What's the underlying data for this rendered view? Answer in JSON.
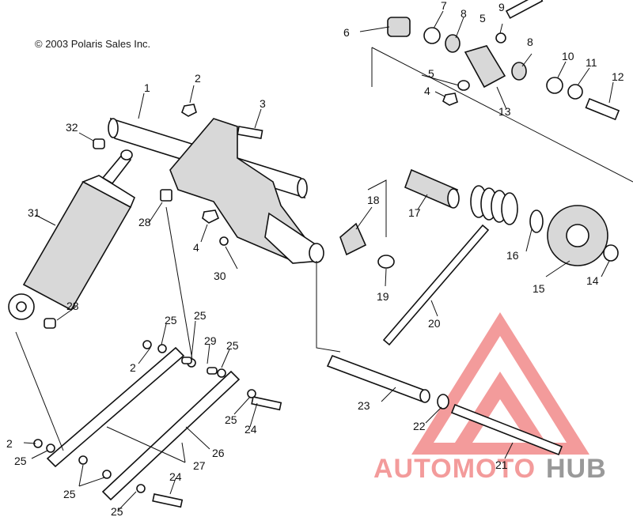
{
  "copyright": "© 2003 Polaris Sales Inc.",
  "watermark": {
    "brand_part1": "AUTOMOTO",
    "brand_part2": "HUB",
    "color_accent": "#f28a8a",
    "color_dark": "#888888"
  },
  "callouts": {
    "c1": "1",
    "c2a": "2",
    "c2b": "2",
    "c2c": "2",
    "c3": "3",
    "c4a": "4",
    "c4b": "4",
    "c5a": "5",
    "c5b": "5",
    "c6": "6",
    "c7": "7",
    "c8a": "8",
    "c8b": "8",
    "c9": "9",
    "c10": "10",
    "c11": "11",
    "c12": "12",
    "c13": "13",
    "c14": "14",
    "c15": "15",
    "c16": "16",
    "c17": "17",
    "c18": "18",
    "c19": "19",
    "c20": "20",
    "c21": "21",
    "c22": "22",
    "c23": "23",
    "c24a": "24",
    "c24b": "24",
    "c25a": "25",
    "c25b": "25",
    "c25c": "25",
    "c25d": "25",
    "c25e": "25",
    "c25f": "25",
    "c25g": "25",
    "c26": "26",
    "c27": "27",
    "c28a": "28",
    "c28b": "28",
    "c29": "29",
    "c30": "30",
    "c31": "31",
    "c32": "32"
  }
}
